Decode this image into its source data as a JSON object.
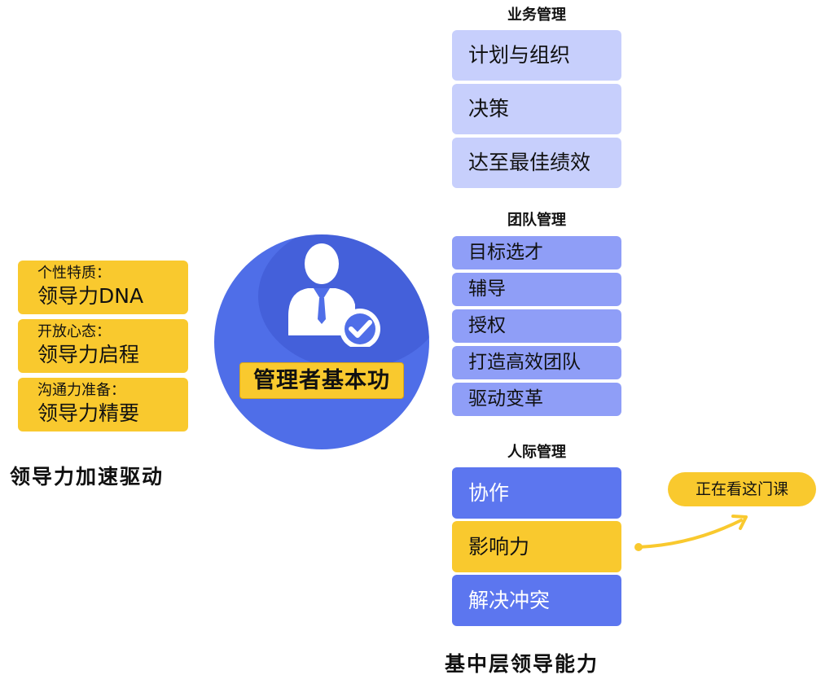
{
  "left": {
    "cards": [
      {
        "sub": "个性特质：",
        "main": "领导力DNA"
      },
      {
        "sub": "开放心态：",
        "main": "领导力启程"
      },
      {
        "sub": "沟通力准备：",
        "main": "领导力精要"
      }
    ],
    "caption": "领导力加速驱动"
  },
  "center": {
    "label": "管理者基本功",
    "icon": "manager-check-icon"
  },
  "right": {
    "sections": [
      {
        "title": "业务管理",
        "items": [
          "计划与组织",
          "决策",
          "达至最佳绩效"
        ]
      },
      {
        "title": "团队管理",
        "items": [
          "目标选才",
          "辅导",
          "授权",
          "打造高效团队",
          "驱动变革"
        ]
      },
      {
        "title": "人际管理",
        "items": [
          "协作",
          "影响力",
          "解决冲突"
        ]
      }
    ],
    "caption": "基中层领导能力"
  },
  "callout": {
    "label": "正在看这门课",
    "target": "影响力"
  },
  "colors": {
    "yellow": "#f9c92e",
    "center_blue": "#4f6ee8",
    "business_fill": "#c7cffc",
    "team_fill": "#8f9ef7",
    "people_fill": "#5c76ef"
  }
}
